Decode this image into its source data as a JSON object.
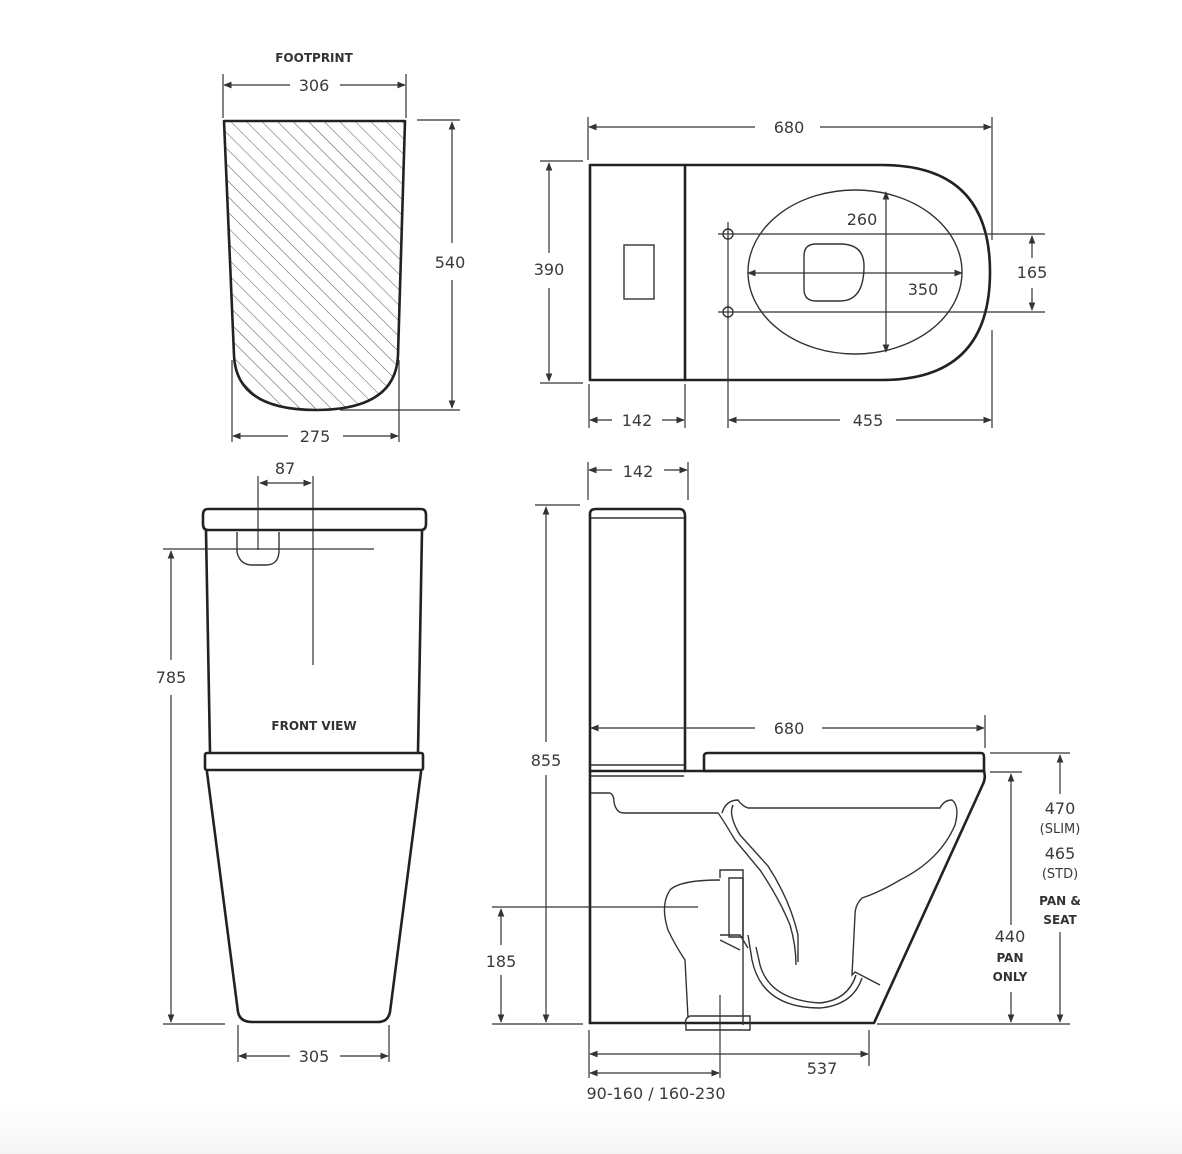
{
  "footprint": {
    "title": "FOOTPRINT",
    "top_width": "306",
    "depth": "540",
    "bottom_width": "275"
  },
  "plan_view": {
    "overall_length": "680",
    "overall_width": "390",
    "cistern_depth": "142",
    "fixing_to_front": "455",
    "bowl_width": "260",
    "bowl_length": "350",
    "fixing_spacing": "165"
  },
  "front_view": {
    "title": "FRONT VIEW",
    "button_offset": "87",
    "height": "785",
    "base_width": "305"
  },
  "side_view": {
    "cistern_depth": "142",
    "overall_height": "855",
    "overall_length": "680",
    "outlet_height": "185",
    "base_length": "537",
    "setout": "90-160 / 160-230",
    "pan_only_height": "440",
    "pan_only_label_1": "PAN",
    "pan_only_label_2": "ONLY",
    "seat_height_slim": "470",
    "seat_height_slim_label": "(SLIM)",
    "seat_height_std": "465",
    "seat_height_std_label": "(STD)",
    "pan_seat_label_1": "PAN &",
    "pan_seat_label_2": "SEAT"
  },
  "colors": {
    "line": "#222222",
    "text": "#3a3a3a",
    "background": "#ffffff"
  }
}
